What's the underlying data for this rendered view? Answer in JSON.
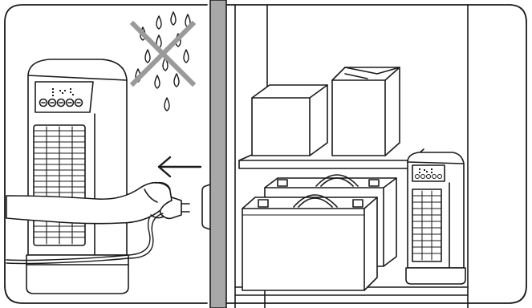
{
  "illustration": {
    "panels": [
      {
        "id": "left",
        "depicts": "unplug-heater-keep-dry"
      },
      {
        "id": "right",
        "depicts": "store-heater-in-cupboard"
      }
    ],
    "icons": [
      "water-drops-icon",
      "prohibited-cross-icon",
      "arrow-left-icon",
      "plug-icon",
      "wall-socket-icon"
    ],
    "colors": {
      "line": "#1a1a1a",
      "background": "#ffffff",
      "wall_divider": "#a8a8a8",
      "cross": "#9a9a9a"
    }
  }
}
